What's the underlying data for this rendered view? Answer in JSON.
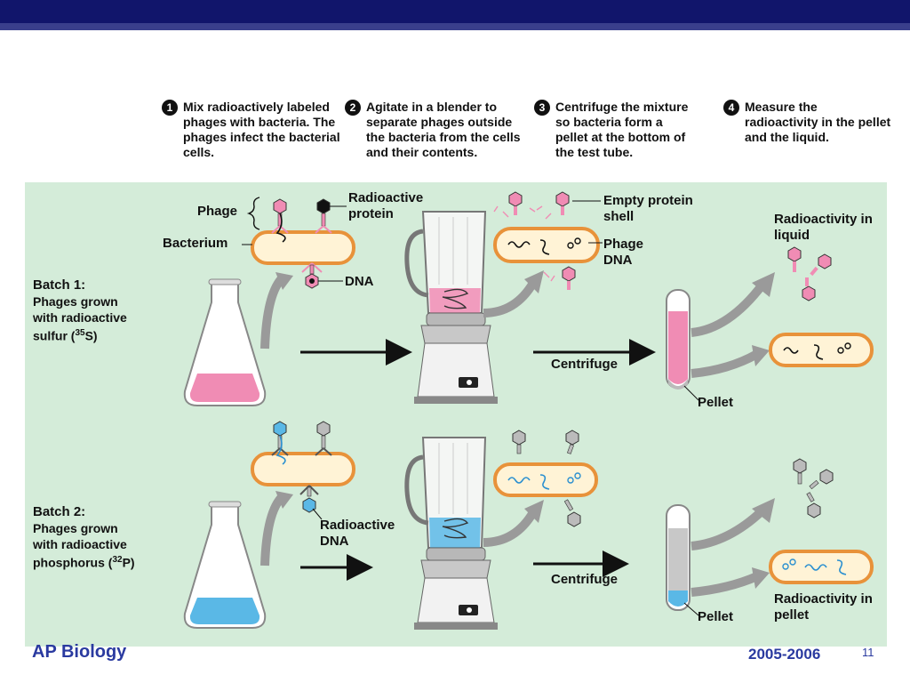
{
  "steps": [
    {
      "number": "1",
      "text": "Mix radioactively labeled phages with bacteria. The phages infect the bacterial cells."
    },
    {
      "number": "2",
      "text": "Agitate in a blender to separate phages outside the bacteria from the cells and their contents."
    },
    {
      "number": "3",
      "text": "Centrifuge the mixture so bacteria form a pellet at the bottom of the test tube."
    },
    {
      "number": "4",
      "text": "Measure the radioactivity in the pellet and the liquid."
    }
  ],
  "labels": {
    "phage": "Phage",
    "bacterium": "Bacterium",
    "radioactive_protein": "Radioactive protein",
    "dna": "DNA",
    "empty_shell": "Empty protein shell",
    "phage_dna": "Phage DNA",
    "radioactivity_liquid": "Radioactivity in liquid",
    "centrifuge_1": "Centrifuge",
    "pellet_1": "Pellet",
    "radioactive_dna": "Radioactive DNA",
    "centrifuge_2": "Centrifuge",
    "pellet_2": "Pellet",
    "radioactivity_pellet": "Radioactivity in pellet"
  },
  "batch1": {
    "title": "Batch 1:",
    "line1": "Phages grown",
    "line2": "with radioactive",
    "line3_pre": "sulfur (",
    "sup": "35",
    "line3_post": "S)"
  },
  "batch2": {
    "title": "Batch 2:",
    "line1": "Phages grown",
    "line2": "with radioactive",
    "line3_pre": "phosphorus (",
    "sup": "32",
    "line3_post": "P)"
  },
  "footer": {
    "course": "AP Biology",
    "year": "2005-2006",
    "page": "11"
  },
  "colors": {
    "header": "#11156b",
    "panel": "#d4ecd9",
    "pink": "#f08cb4",
    "blue": "#5ab8e6",
    "bacterium_fill": "#fff3d6",
    "bacterium_border": "#e8923a"
  }
}
